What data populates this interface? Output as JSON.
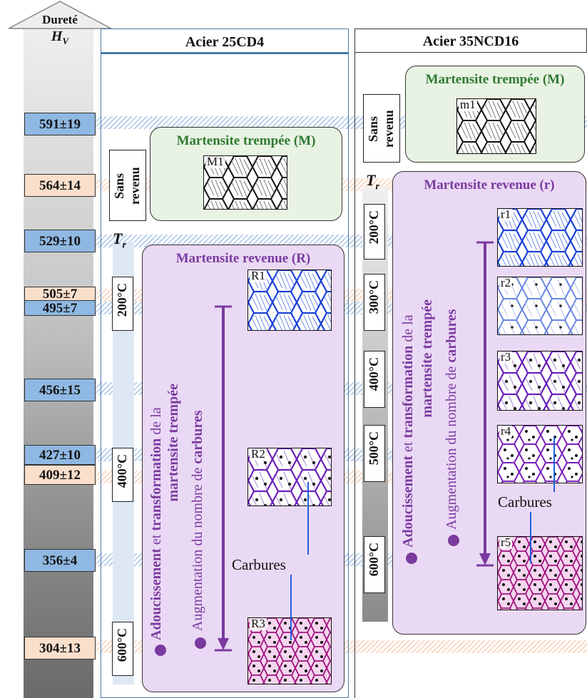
{
  "axis": {
    "title": "Dureté",
    "symbol": "H",
    "subscript": "V"
  },
  "hardness_values": [
    {
      "label": "591±19",
      "color": "blue"
    },
    {
      "label": "564±14",
      "color": "peach"
    },
    {
      "label": "529±10",
      "color": "blue"
    },
    {
      "label": "505±7",
      "color": "peach"
    },
    {
      "label": "495±7",
      "color": "blue"
    },
    {
      "label": "456±15",
      "color": "blue"
    },
    {
      "label": "427±10",
      "color": "blue"
    },
    {
      "label": "409±12",
      "color": "peach"
    },
    {
      "label": "356±4",
      "color": "blue"
    },
    {
      "label": "304±13",
      "color": "peach"
    }
  ],
  "steel_a": {
    "title": "Acier 25CD4",
    "no_temper_label_line1": "Sans",
    "no_temper_label_line2": "revenu",
    "tr_symbol": "T",
    "tr_subscript": "r",
    "quenched": {
      "title": "Martensite trempée (M)",
      "image": "M1"
    },
    "tempered": {
      "title": "Martensite revenue (R)",
      "temperatures": [
        "200°C",
        "400°C",
        "600°C"
      ],
      "images": [
        "R1",
        "R2",
        "R3"
      ],
      "carbides_label": "Carbures",
      "bullet1_bold_a": "Adoucissement",
      "bullet1_mid": " et ",
      "bullet1_bold_b": "transformation",
      "bullet1_end": " de la",
      "bullet1_line2": "martensite trempée",
      "bullet2_text": "Augmentation du nombre de ",
      "bullet2_bold": "carbures"
    }
  },
  "steel_b": {
    "title": "Acier 35NCD16",
    "no_temper_label_line1": "Sans",
    "no_temper_label_line2": "revenu",
    "tr_symbol": "T",
    "tr_subscript": "r",
    "quenched": {
      "title": "Martensite trempée (M)",
      "image": "m1"
    },
    "tempered": {
      "title": "Martensite revenue (r)",
      "temperatures": [
        "200°C",
        "300°C",
        "400°C",
        "500°C",
        "600°C"
      ],
      "images": [
        "r1",
        "r2",
        "r3",
        "r4",
        "r5"
      ],
      "carbides_label": "Carbures",
      "bullet1_bold_a": "Adoucissement",
      "bullet1_mid": " et ",
      "bullet1_bold_b": "transformation",
      "bullet1_end": " de la",
      "bullet1_line2": "martensite trempée",
      "bullet2_text": "Augmentation du nombre de ",
      "bullet2_bold": "carbures"
    }
  },
  "colors": {
    "blue_box": "#8fb8e2",
    "peach_box": "#fadfcc",
    "green_title": "#2f7a32",
    "purple_title": "#7a3aa0",
    "arrow": "#7a3aa0",
    "carbide_line": "#1f5fe0"
  }
}
